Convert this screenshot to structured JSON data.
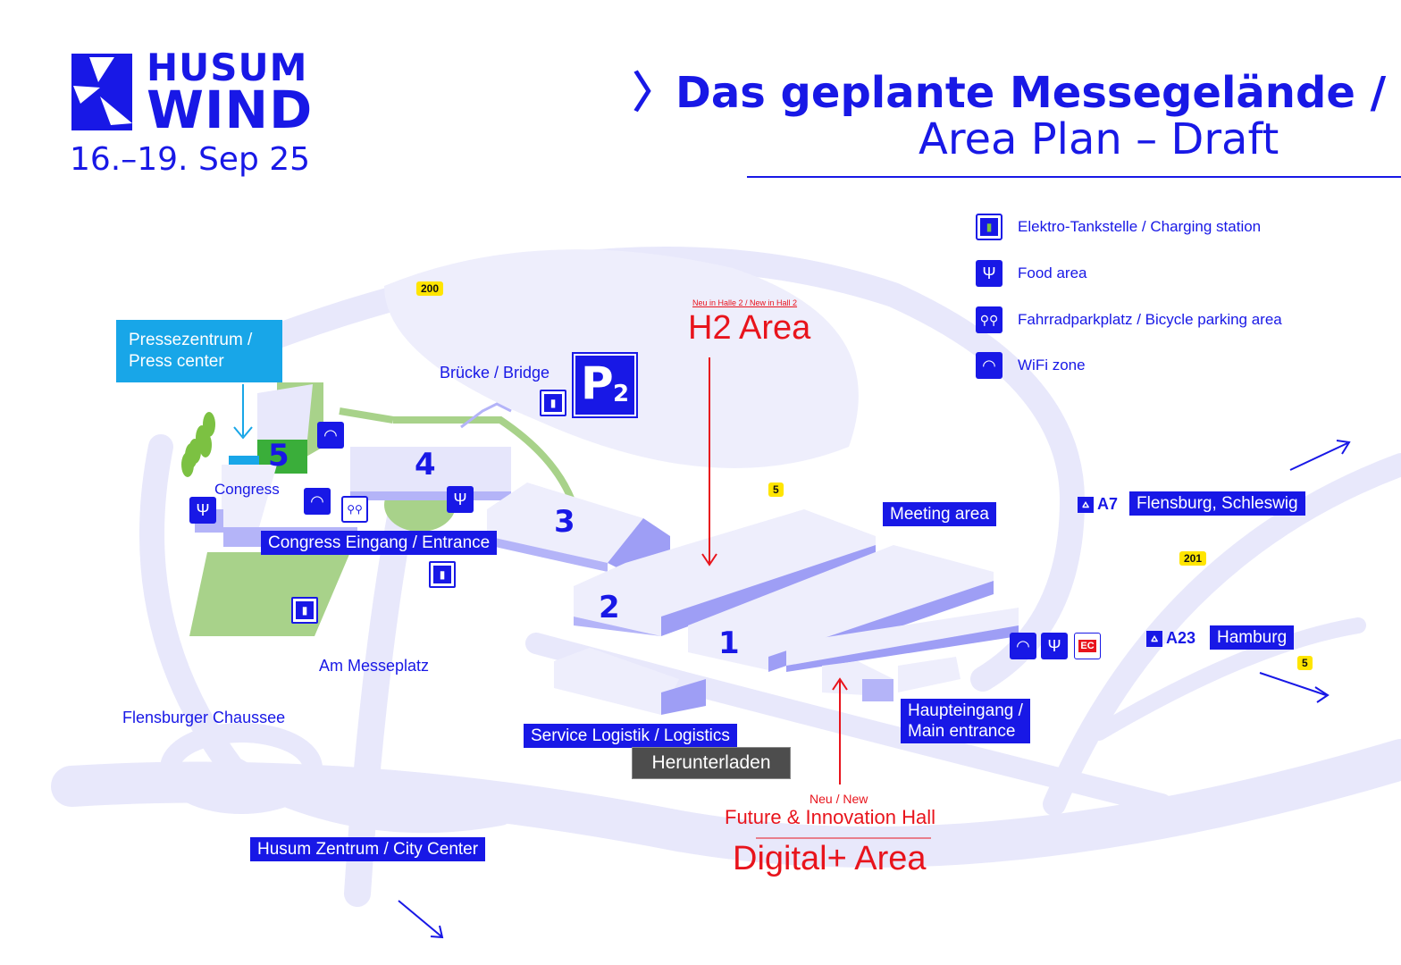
{
  "logo": {
    "line1": "HUSUM",
    "line2": "WIND",
    "dates": "16.–19. Sep 25"
  },
  "title": {
    "line1": "Das geplante Messegelände /",
    "line2": "Area Plan – Draft",
    "chevron": "〉"
  },
  "legend": [
    {
      "icon": "charging-station-icon",
      "glyph": "⚡",
      "label": "Elektro-Tankstelle / Charging station"
    },
    {
      "icon": "food-icon",
      "glyph": "🍴",
      "label": "Food area"
    },
    {
      "icon": "bicycle-icon",
      "glyph": "🚲",
      "label": "Fahrradparkplatz / Bicycle parking area"
    },
    {
      "icon": "wifi-icon",
      "glyph": "📶",
      "label": "WiFi zone"
    }
  ],
  "map": {
    "press_center": "Pressezentrum / Press center",
    "bridge": "Brücke / Bridge",
    "parking": {
      "letter": "P",
      "number": "2"
    },
    "halls": [
      "5",
      "4",
      "3",
      "2",
      "1"
    ],
    "congress": "Congress",
    "congress_entrance": "Congress Eingang / Entrance",
    "meeting_area": "Meeting area",
    "am_messeplatz": "Am Messeplatz",
    "flensburger_chaussee": "Flensburger Chaussee",
    "service_logistics": "Service Logistik / Logistics",
    "main_entrance_line1": "Haupteingang /",
    "main_entrance_line2": "Main entrance",
    "city_center": "Husum Zentrum / City Center",
    "h2_small": "Neu in Halle 2 / New in Hall 2",
    "h2_area": "H2 Area",
    "future_small": "Neu / New",
    "future_hall": "Future & Innovation Hall",
    "digital_area": "Digital+ Area",
    "roads": {
      "b200": "200",
      "b5_top": "5",
      "b201": "201",
      "b5_right": "5"
    },
    "highways": [
      {
        "code": "A7",
        "destination": "Flensburg, Schleswig"
      },
      {
        "code": "A23",
        "destination": "Hamburg"
      }
    ],
    "ec_label": "EC"
  },
  "tooltip": "Herunterladen",
  "colors": {
    "brand_blue": "#1818e6",
    "accent_red": "#e8141c",
    "press_cyan": "#18a6e8",
    "green": "#3aae3a",
    "road": "#e6e6fb"
  }
}
